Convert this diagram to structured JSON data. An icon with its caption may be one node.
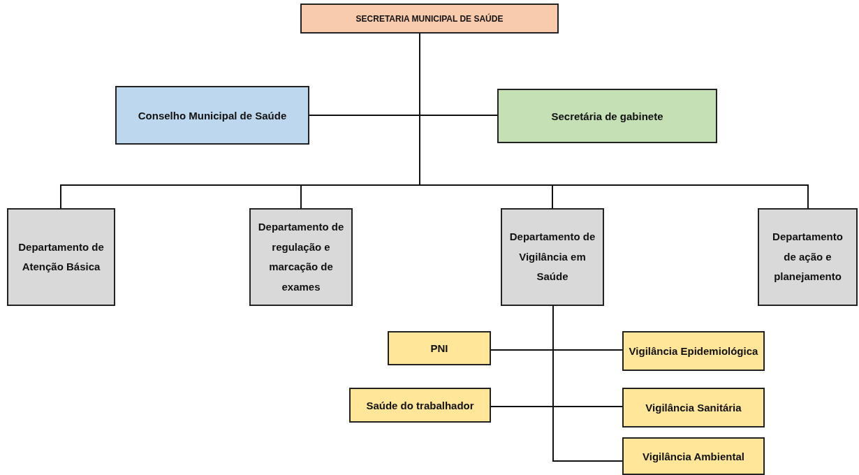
{
  "diagram": {
    "nodes": [
      {
        "text": [
          "SECRETARIA MUNICIPAL DE SAÚDE"
        ]
      },
      {
        "text": [
          "Conselho Municipal de Saúde"
        ]
      },
      {
        "text": [
          "Secretária de gabinete"
        ]
      },
      {
        "text": [
          "Departamento de Atenção Básica"
        ]
      },
      {
        "text": [
          "Departamento de regulação e marcação de exames"
        ]
      },
      {
        "text": [
          "Departamento de Vigilância em Saúde"
        ]
      },
      {
        "text": [
          "Departamento de ação e planejamento"
        ]
      },
      {
        "text": [
          "PNI"
        ]
      },
      {
        "text": [
          "Vigilância Epidemiológica"
        ]
      },
      {
        "text": [
          "Saúde do trabalhador"
        ]
      },
      {
        "text": [
          "Vigilância Sanitária"
        ]
      },
      {
        "text": [
          "Vigilância Ambiental"
        ]
      }
    ],
    "edges": [
      {
        "from": 0,
        "to": 1,
        "arrow": "none"
      },
      {
        "from": 0,
        "to": 2,
        "arrow": "none"
      },
      {
        "from": 0,
        "to": 3,
        "arrow": "none"
      },
      {
        "from": 0,
        "to": 4,
        "arrow": "none"
      },
      {
        "from": 0,
        "to": 5,
        "arrow": "none"
      },
      {
        "from": 0,
        "to": 6,
        "arrow": "none"
      },
      {
        "from": 5,
        "to": 7,
        "arrow": "none"
      },
      {
        "from": 5,
        "to": 8,
        "arrow": "none"
      },
      {
        "from": 5,
        "to": 9,
        "arrow": "none"
      },
      {
        "from": 5,
        "to": 10,
        "arrow": "none"
      },
      {
        "from": 5,
        "to": 11,
        "arrow": "none"
      }
    ]
  }
}
